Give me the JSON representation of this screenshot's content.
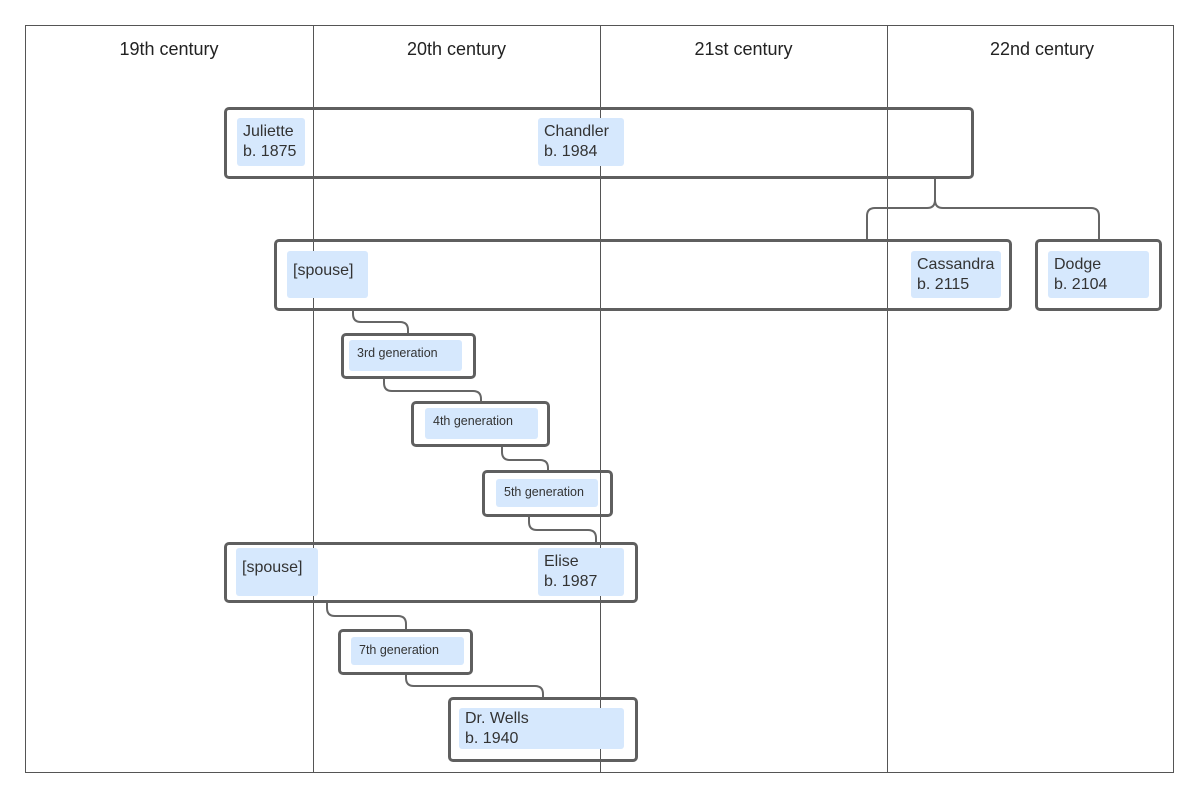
{
  "columns": [
    {
      "label": "19th century"
    },
    {
      "label": "20th century"
    },
    {
      "label": "21st century"
    },
    {
      "label": "22nd century"
    }
  ],
  "people": {
    "juliette": {
      "name": "Juliette",
      "born": "b. 1875"
    },
    "chandler": {
      "name": "Chandler",
      "born": "b. 1984"
    },
    "spouse_1": {
      "name": "[spouse]"
    },
    "cassandra": {
      "name": "Cassandra",
      "born": "b. 2115"
    },
    "dodge": {
      "name": "Dodge",
      "born": "b. 2104"
    },
    "gen_3": {
      "name": "3rd generation"
    },
    "gen_4": {
      "name": "4th generation"
    },
    "gen_5": {
      "name": "5th generation"
    },
    "spouse_2": {
      "name": "[spouse]"
    },
    "elise": {
      "name": "Elise",
      "born": "b. 1987"
    },
    "gen_7": {
      "name": "7th generation"
    },
    "dr_wells": {
      "name": "Dr. Wells",
      "born": "b. 1940"
    }
  },
  "colors": {
    "node_fill": "#d6e8fd",
    "border": "#5f5f5f",
    "grid": "#555555"
  }
}
